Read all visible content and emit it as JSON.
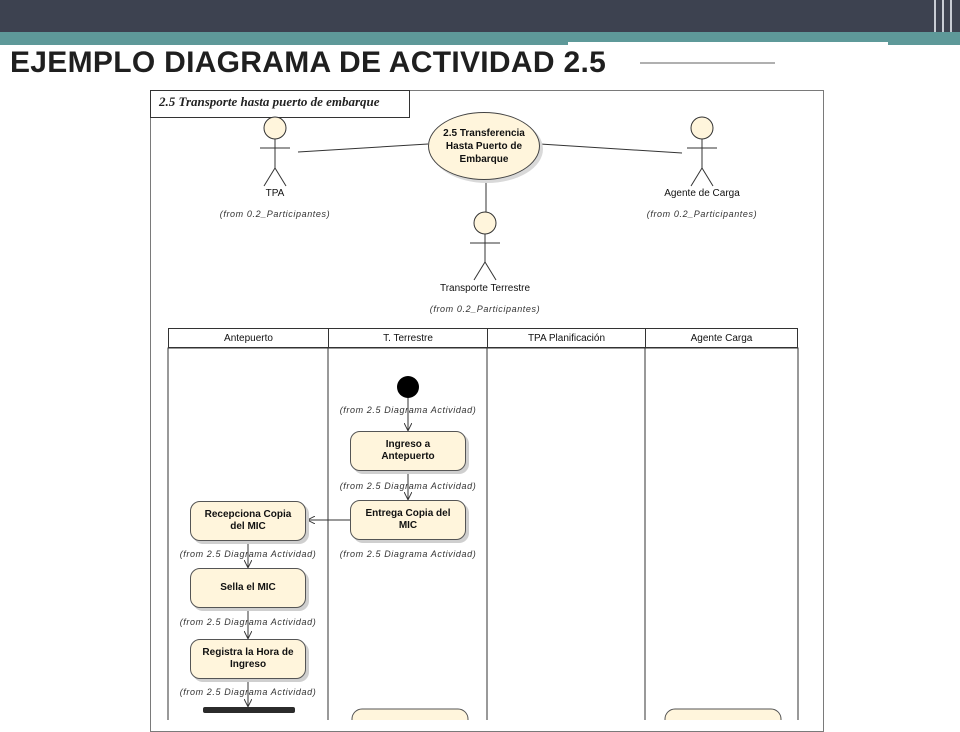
{
  "slide": {
    "title": "EJEMPLO DIAGRAMA DE ACTIVIDAD 2.5"
  },
  "frame": {
    "label": "2.5 Transporte hasta puerto de embarque"
  },
  "use_case": {
    "label": "2.5 Transferencia Hasta Puerto de Embarque"
  },
  "actors": [
    {
      "name": "TPA",
      "from": "(from 0.2_Participantes)"
    },
    {
      "name": "Agente de Carga",
      "from": "(from 0.2_Participantes)"
    },
    {
      "name": "Transporte Terrestre",
      "from": "(from 0.2_Participantes)"
    }
  ],
  "lanes": [
    "Antepuerto",
    "T. Terrestre",
    "TPA Planificación",
    "Agente Carga"
  ],
  "activities": [
    {
      "label": "Ingreso a Antepuerto",
      "from": "(from 2.5 Diagrama Actividad)"
    },
    {
      "label": "Entrega Copia del MIC",
      "from": "(from 2.5 Diagrama Actividad)"
    },
    {
      "label": "Recepciona Copia del MIC",
      "from": "(from 2.5 Diagrama Actividad)"
    },
    {
      "label": "Sella el MIC",
      "from": "(from 2.5 Diagrama Actividad)"
    },
    {
      "label": "Registra la Hora de Ingreso",
      "from": "(from 2.5 Diagrama Actividad)"
    }
  ],
  "initial_node": {
    "from": "(from 2.5 Diagrama Actividad)"
  },
  "colors": {
    "topbar": "#3d4250",
    "accent_bar": "#5e9999",
    "activity_fill": "#fff5dc"
  }
}
